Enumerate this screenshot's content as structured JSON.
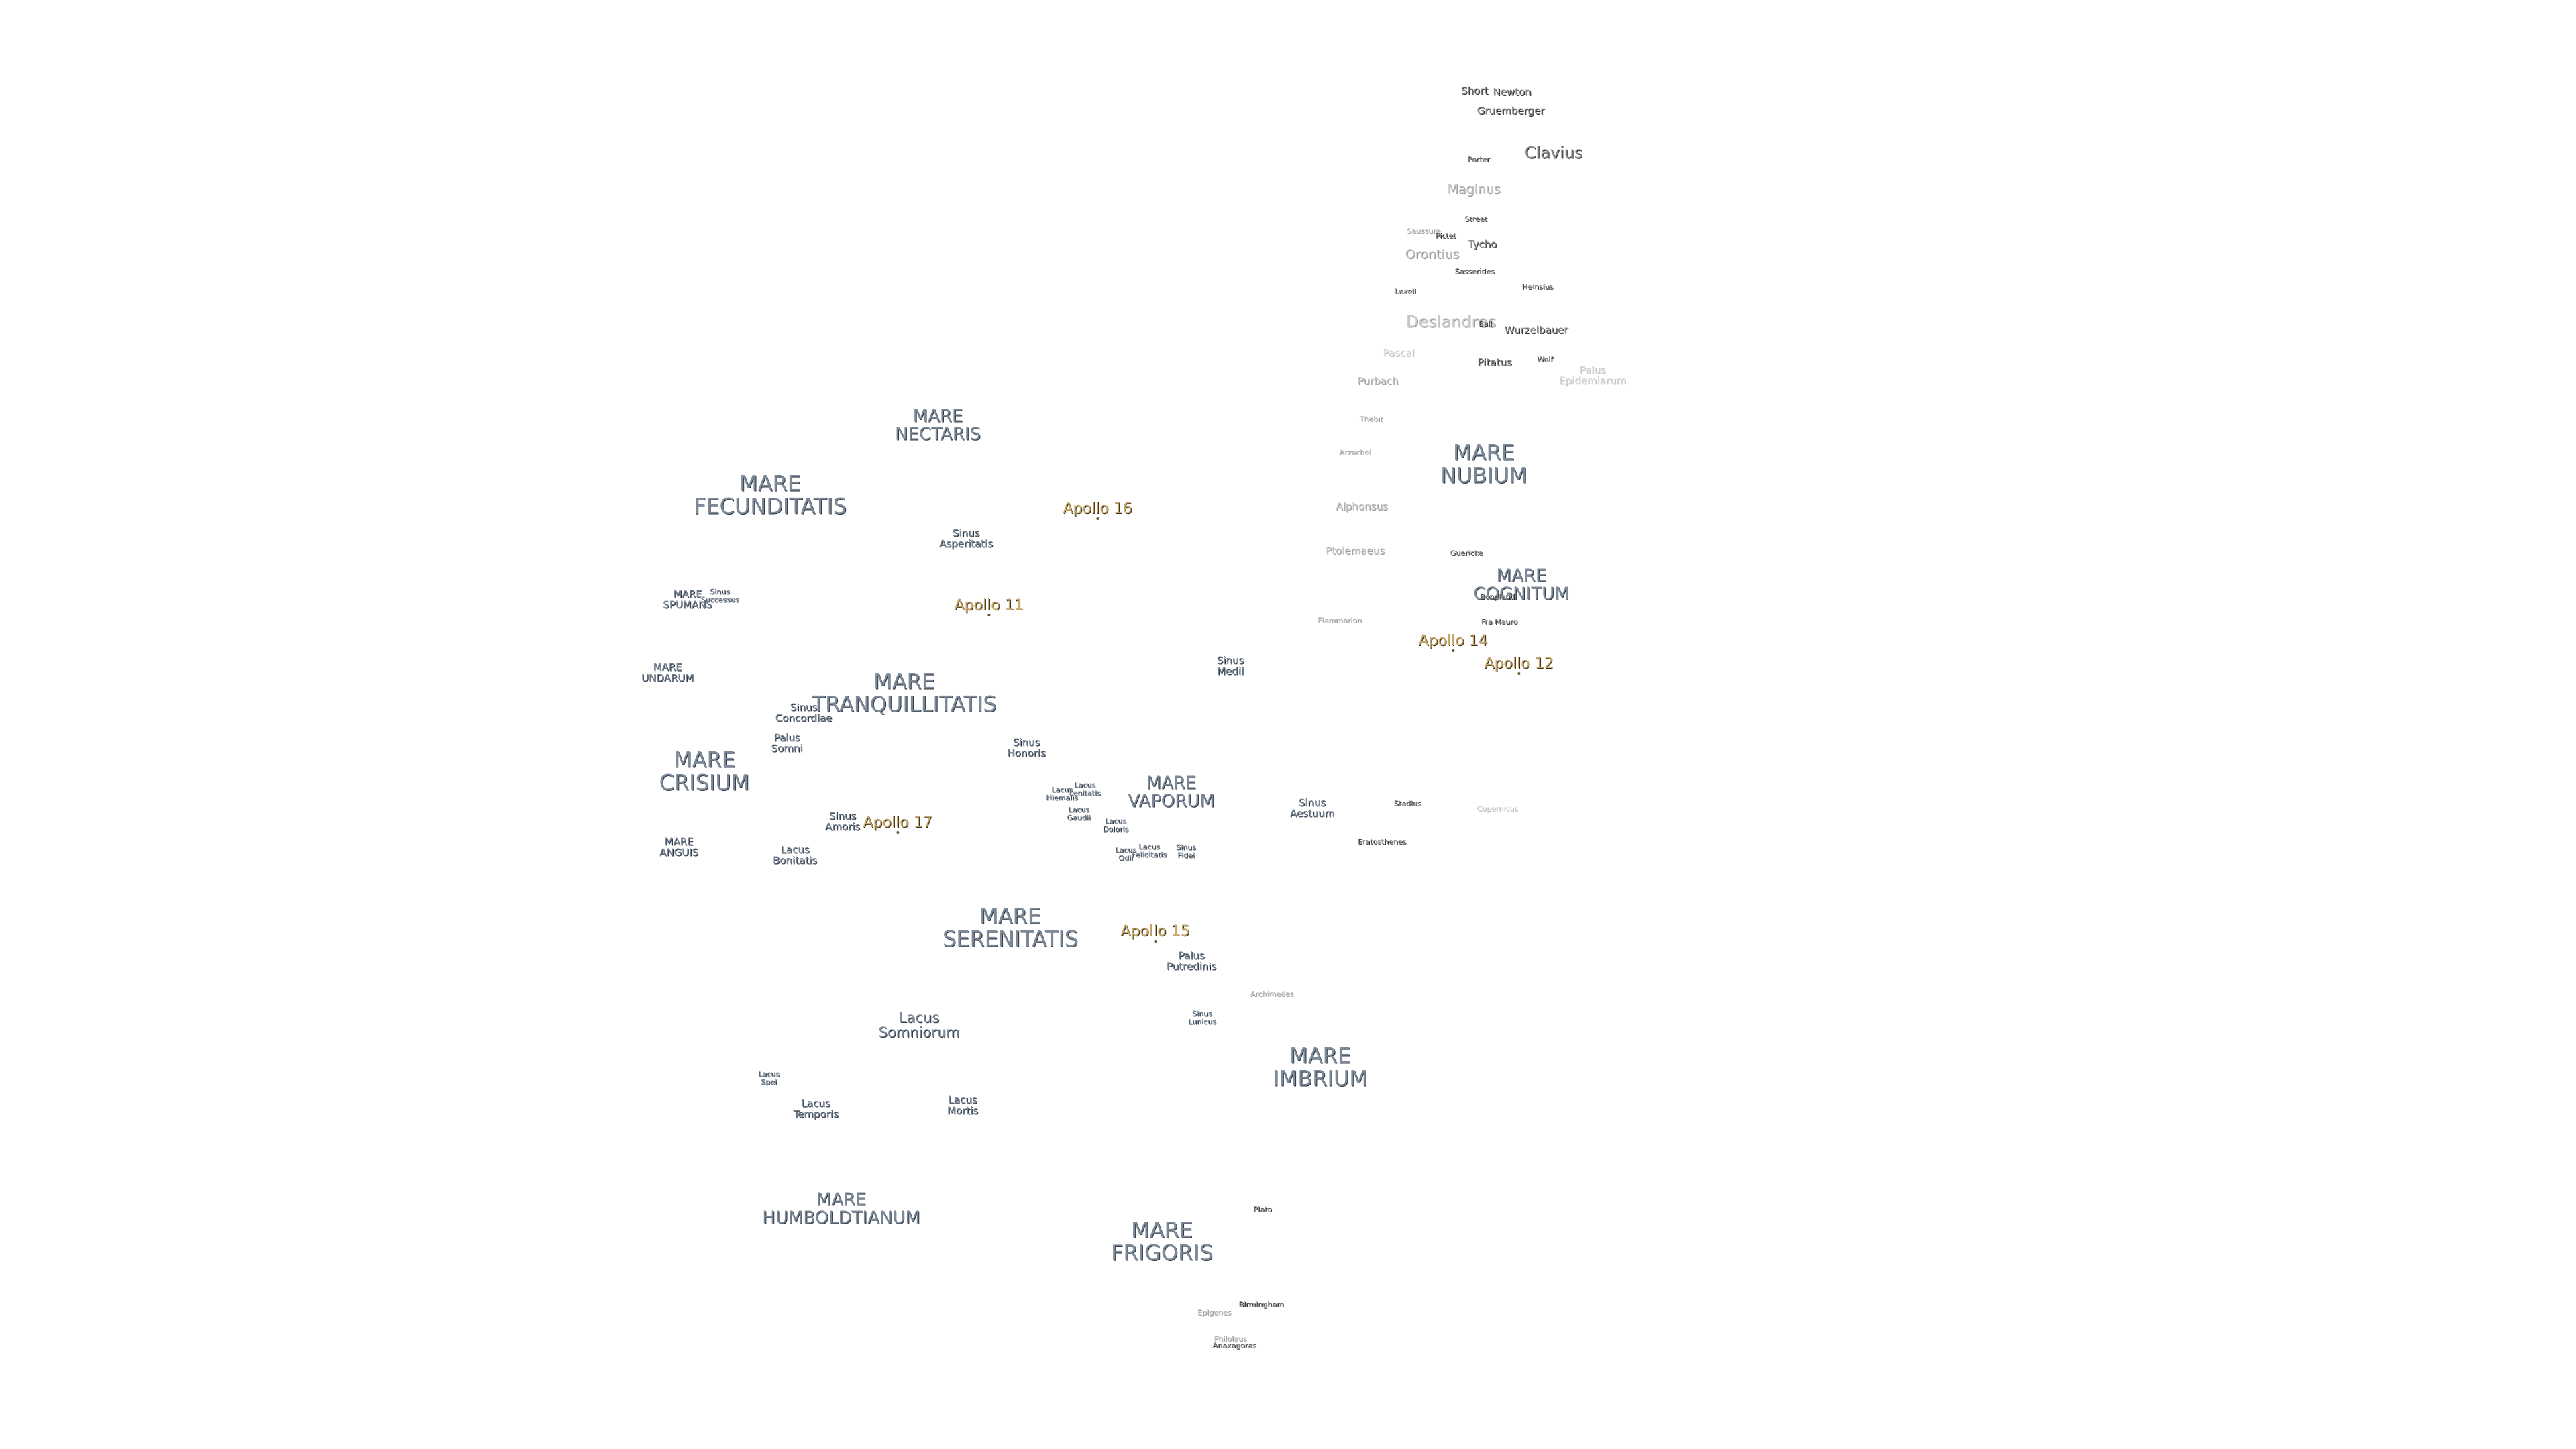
{
  "map": {
    "maria": {
      "nectaris": "MARE\nNECTARIS",
      "fecunditatis": "MARE\nFECUNDITATIS",
      "spumans": "MARE\nSPUMANS",
      "undarum": "MARE\nUNDARUM",
      "tranquillitatis": "MARE\nTRANQUILLITATIS",
      "crisium": "MARE\nCRISIUM",
      "anguis": "MARE\nANGUIS",
      "serenitatis": "MARE\nSERENITATIS",
      "vaporum": "MARE\nVAPORUM",
      "imbrium": "MARE\nIMBRIUM",
      "frigoris": "MARE\nFRIGORIS",
      "humboldtianum": "MARE\nHUMBOLDTIANUM",
      "nubium": "MARE\nNUBIUM",
      "cognitum": "MARE\nCOGNITUM"
    },
    "features": {
      "sinus_asperitatis": "Sinus\nAsperitatis",
      "sinus_successus": "Sinus\nSuccessus",
      "sinus_concordiae": "Sinus\nConcordiae",
      "palus_somni": "Palus\nSomni",
      "sinus_amoris": "Sinus\nAmoris",
      "lacus_bonitatis": "Lacus\nBonitatis",
      "sinus_honoris": "Sinus\nHonoris",
      "sinus_medii": "Sinus\nMedii",
      "sinus_aestuum": "Sinus\nAestuum",
      "lacus_hiemalis": "Lacus\nHiemalis",
      "lacus_lenitatis": "Lacus\nLenitatis",
      "lacus_gaudii": "Lacus\nGaudii",
      "lacus_doloris": "Lacus\nDoloris",
      "lacus_odii": "Lacus\nOdii",
      "lacus_felicitatis": "Lacus\nFelicitatis",
      "sinus_fidei": "Sinus\nFidei",
      "palus_putredinis": "Palus\nPutredinis",
      "sinus_lunicus": "Sinus\nLunicus",
      "lacus_somniorum": "Lacus\nSomniorum",
      "lacus_spei": "Lacus\nSpei",
      "lacus_temporis": "Lacus\nTemporis",
      "lacus_mortis": "Lacus\nMortis"
    },
    "craters": {
      "newton": "Newton",
      "short": "Short",
      "gruemberger": "Gruemberger",
      "clavius": "Clavius",
      "porter": "Porter",
      "maginus": "Maginus",
      "street": "Street",
      "saussure": "Saussure",
      "pictet": "Pictet",
      "tycho": "Tycho",
      "orontius": "Orontius",
      "sasserides": "Sasserides",
      "heinsius": "Heinsius",
      "lexell": "Lexell",
      "deslandres": "Deslandres",
      "ball": "Ball",
      "wurzelbauer": "Wurzelbauer",
      "pitatus": "Pitatus",
      "wolf": "Wolf",
      "purbach": "Purbach",
      "thebit": "Thebit",
      "arzachel": "Arzachel",
      "alphonsus": "Alphonsus",
      "ptolemaeus": "Ptolemaeus",
      "guericke": "Guericke",
      "bonpland": "Bonpland",
      "fra_mauro": "Fra Mauro",
      "flammarion": "Flammarion",
      "stadius": "Stadius",
      "copernicus": "Copernicus",
      "eratosthenes": "Eratosthenes",
      "archimedes": "Archimedes",
      "plato": "Plato",
      "birmingham": "Birmingham",
      "epigenes": "Epigenes",
      "anaxagoras": "Anaxagoras",
      "philolaus": "Philolaus",
      "pascal": "Pascal",
      "palus_epidemiarum": "Palus\nEpidemiarum"
    },
    "apollo": {
      "a11": "Apollo 11",
      "a12": "Apollo 12",
      "a14": "Apollo 14",
      "a15": "Apollo 15",
      "a16": "Apollo 16",
      "a17": "Apollo 17"
    },
    "colors": {
      "mare_text": "#7c8a9a",
      "crater_text": "#8f8f8f",
      "apollo_text": "#c9a96b",
      "background": "#ffffff"
    }
  }
}
